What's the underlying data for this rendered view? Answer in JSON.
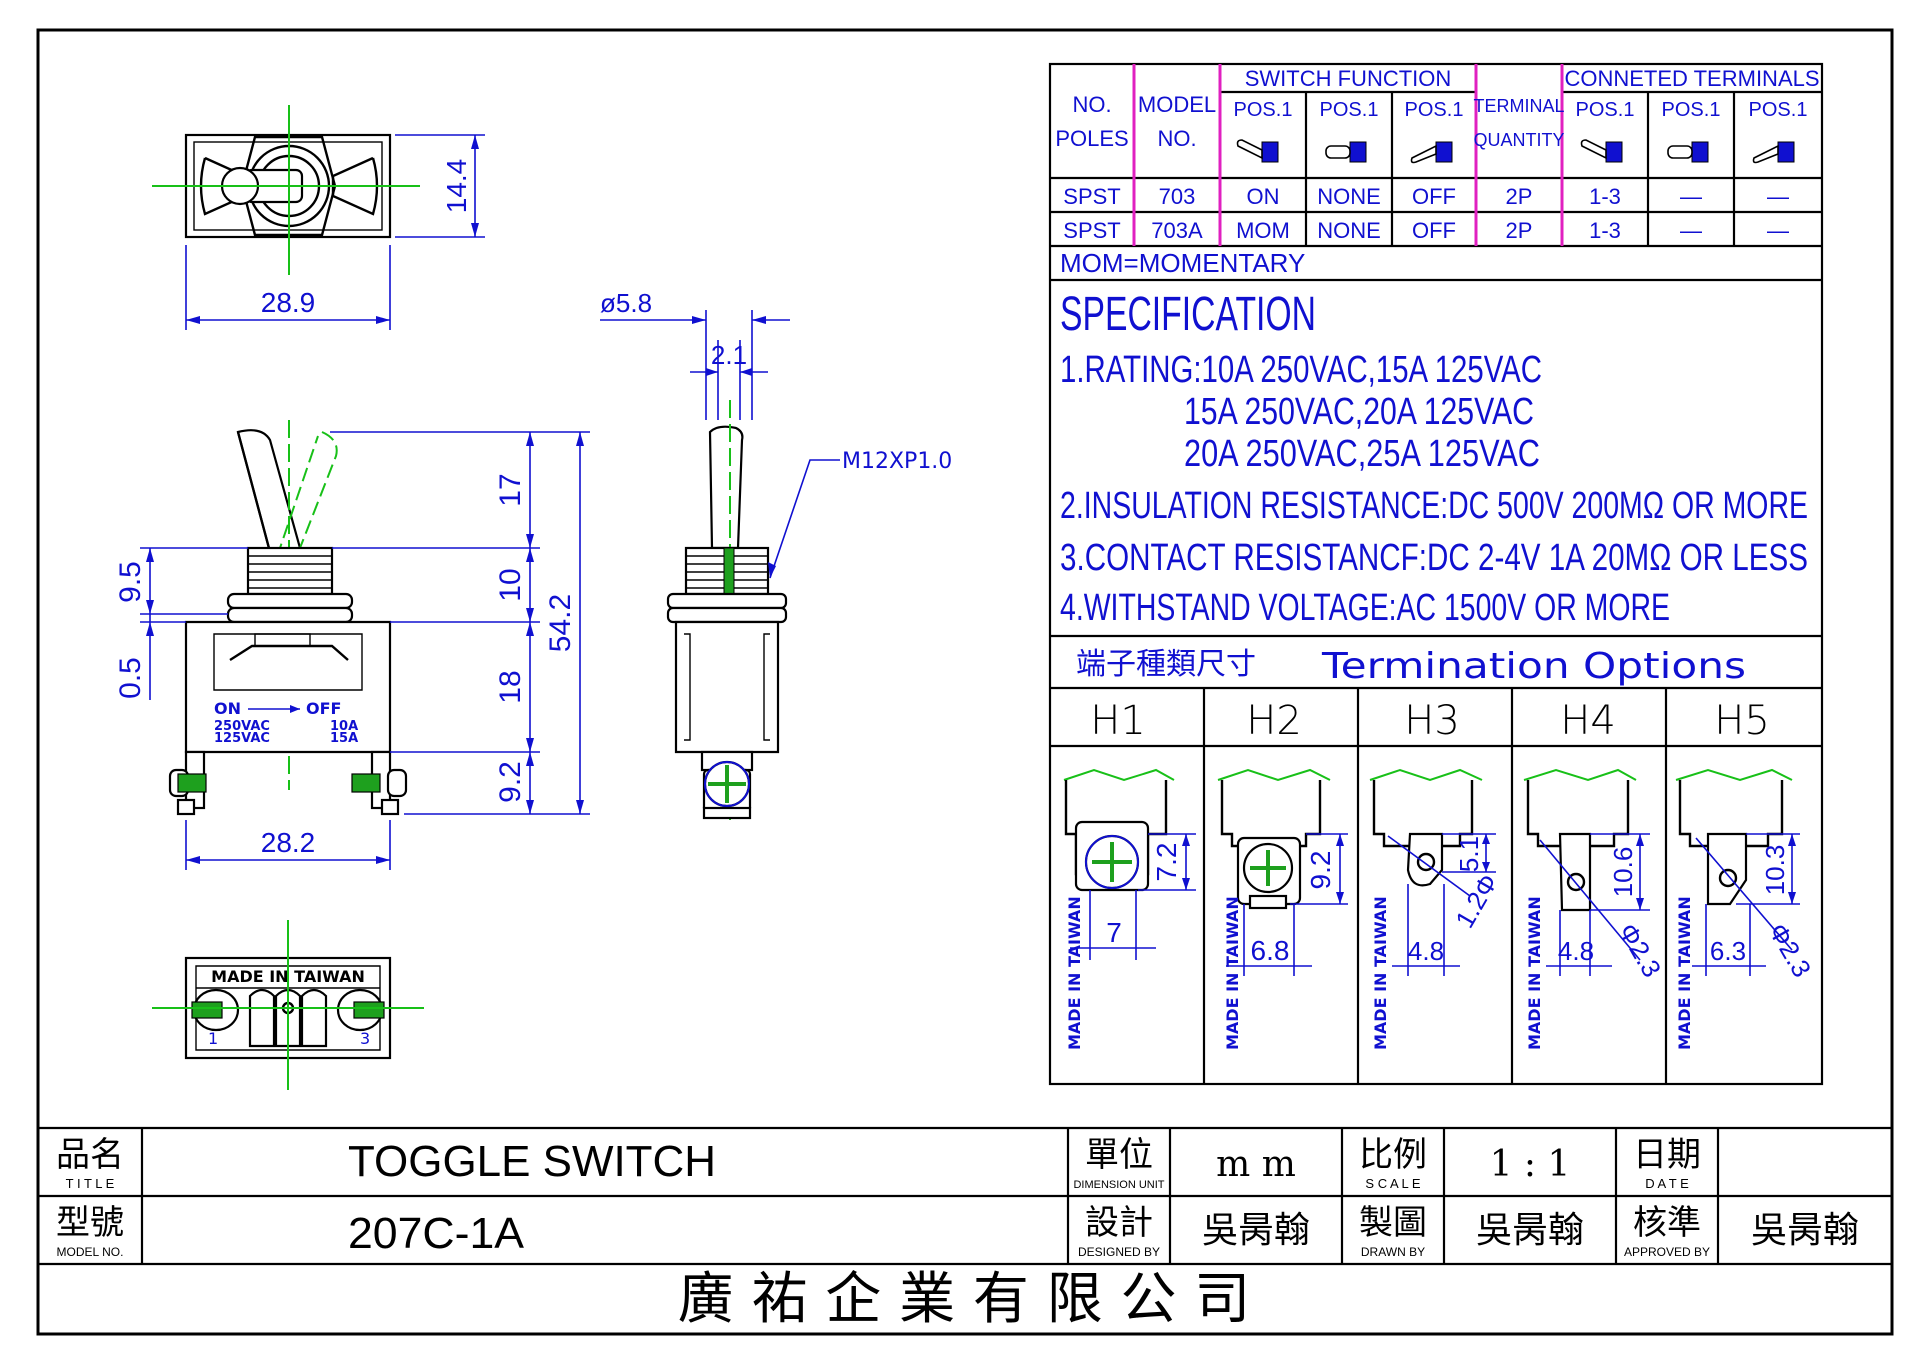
{
  "drawing": {
    "top_view": {
      "width_dim": "28.9",
      "height_dim": "14.4"
    },
    "front_view": {
      "overall_height": "54.2",
      "bat_height": "17",
      "bushing_height": "10",
      "body_height": "18",
      "terminal_height": "9.2",
      "side_dim_upper": "9.5",
      "side_dim_lower": "0.5",
      "base_width": "28.2",
      "marking": {
        "on": "ON",
        "off": "OFF",
        "v1": "250VAC",
        "v2": "125VAC",
        "a1": "10A",
        "a2": "15A"
      }
    },
    "side_view": {
      "diameter": "ø5.8",
      "lever_width": "2.1",
      "thread": "M12XP1.0"
    },
    "bottom_view": {
      "marking": "MADE IN TAIWAN",
      "term_left": "1",
      "term_right": "3"
    }
  },
  "function_table": {
    "headers": {
      "poles_l1": "NO.",
      "poles_l2": "POLES",
      "model_l1": "MODEL",
      "model_l2": "NO.",
      "switch_function": "SWITCH FUNCTION",
      "terminal_l1": "TERMINAL",
      "terminal_l2": "QUANTITY",
      "connected_terminals": "CONNETED TERMINALS",
      "pos": [
        "POS.1",
        "POS.1",
        "POS.1",
        "POS.1",
        "POS.1",
        "POS.1"
      ]
    },
    "rows": [
      [
        "SPST",
        "703",
        "ON",
        "NONE",
        "OFF",
        "2P",
        "1-3",
        "—",
        "—"
      ],
      [
        "SPST",
        "703A",
        "MOM",
        "NONE",
        "OFF",
        "2P",
        "1-3",
        "—",
        "—"
      ]
    ],
    "note": "MOM=MOMENTARY"
  },
  "specification": {
    "title": "SPECIFICATION",
    "lines": [
      "1.RATING:10A 250VAC,15A 125VAC",
      "15A 250VAC,20A 125VAC",
      "20A 250VAC,25A 125VAC",
      "2.INSULATION RESISTANCE:DC 500V 200MΩ OR MORE",
      "3.CONTACT RESISTANCF:DC 2-4V 1A 20MΩ OR LESS",
      "4.WITHSTAND VOLTAGE:AC 1500V OR MORE"
    ]
  },
  "termination": {
    "title_cn": "端子種類尺寸",
    "title_en": "Termination Options",
    "marking": "MADE IN TAIWAN",
    "options": [
      {
        "name": "H1",
        "dims": [
          "7.2",
          "7"
        ]
      },
      {
        "name": "H2",
        "dims": [
          "9.2",
          "6.8"
        ]
      },
      {
        "name": "H3",
        "dims": [
          "5.1",
          "4.8",
          "1.2Φ"
        ]
      },
      {
        "name": "H4",
        "dims": [
          "10.6",
          "4.8",
          "Φ2.3"
        ]
      },
      {
        "name": "H5",
        "dims": [
          "10.3",
          "6.3",
          "Φ2.3"
        ]
      }
    ]
  },
  "title_block": {
    "title_cn": "品名",
    "title_en": "T I T L E",
    "title_value": "TOGGLE SWITCH",
    "model_cn": "型號",
    "model_en": "MODEL NO.",
    "model_value": "207C-1A",
    "unit_cn": "單位",
    "unit_en": "DIMENSION UNIT",
    "unit_value": "m m",
    "scale_cn": "比例",
    "scale_en": "S C A L E",
    "scale_value": "1 : 1",
    "date_cn": "日期",
    "date_en": "D A T E",
    "date_value": "",
    "design_cn": "設計",
    "design_en": "DESIGNED BY",
    "design_value": "吳昺翰",
    "drawn_cn": "製圖",
    "drawn_en": "DRAWN BY",
    "drawn_value": "吳昺翰",
    "approved_cn": "核準",
    "approved_en": "APPROVED BY",
    "approved_value": "吳昺翰",
    "company": "廣 祐 企 業 有 限 公 司"
  }
}
